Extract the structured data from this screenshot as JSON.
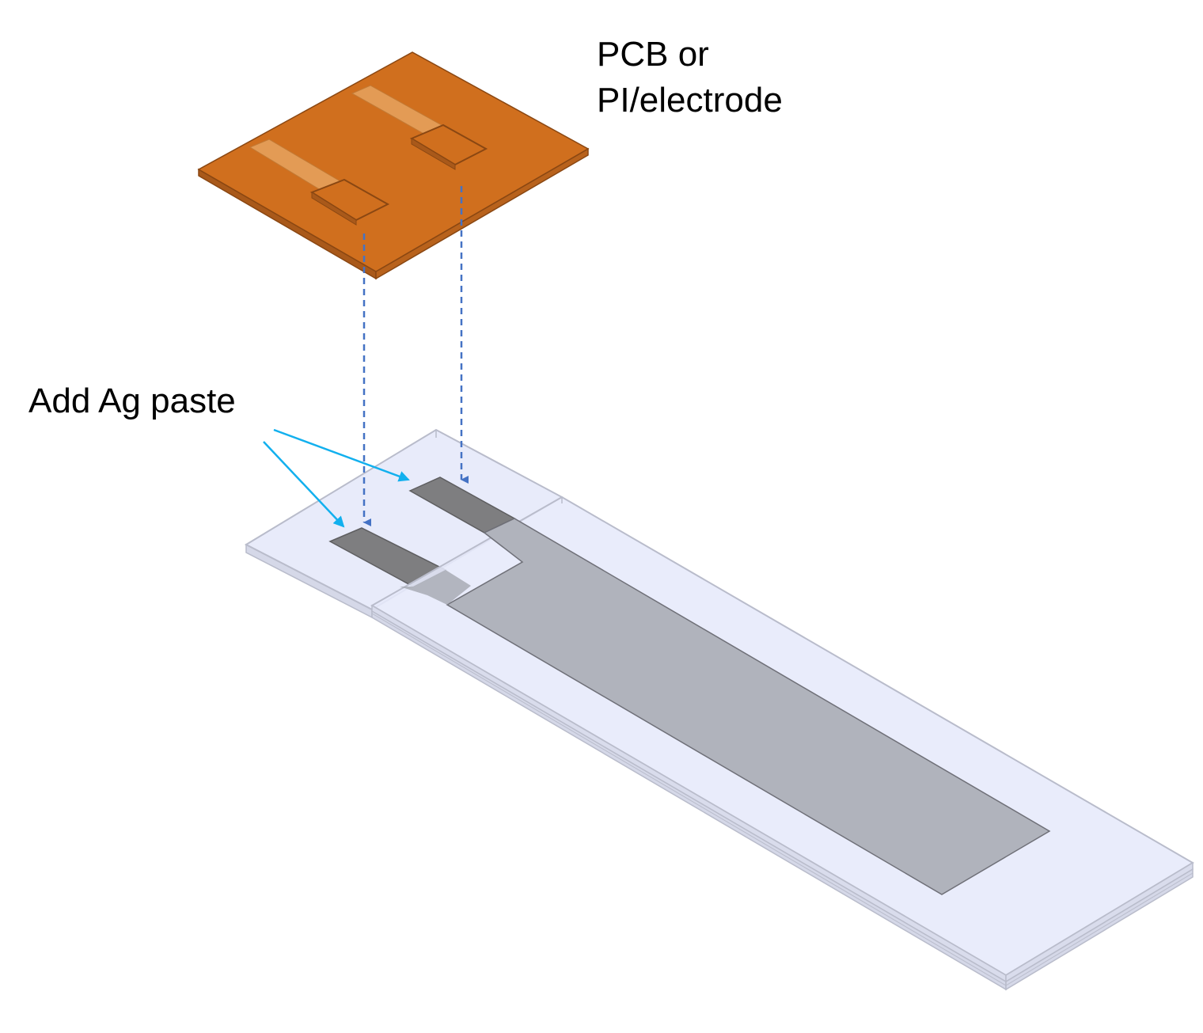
{
  "labels": {
    "pcb_line1": "PCB or",
    "pcb_line2": "PI/electrode",
    "ag_paste": "Add Ag paste"
  },
  "colors": {
    "pcb_fill": "#D06F1E",
    "pcb_edge": "#8A4712",
    "pcb_trace": "#E39B55",
    "glass_fill": "#E6E9FA",
    "glass_edge": "#B9BCCB",
    "electrode_dark": "#7E7E80",
    "electrode_main": "#B0B3BC",
    "dashed_arrow": "#4472C4",
    "callout_arrow": "#12B0EE",
    "text": "#000000"
  }
}
